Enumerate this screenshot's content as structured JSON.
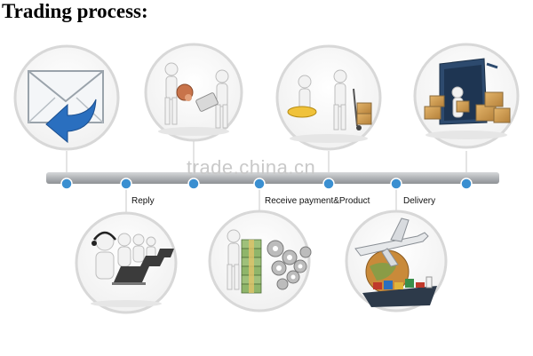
{
  "title": "Trading process:",
  "watermark": "trade.china.cn",
  "steps": {
    "reply": "Reply",
    "receive": "Receive payment&Product",
    "delivery": "Delivery"
  },
  "colors": {
    "ring": "#d8d8d8",
    "timeline": "#b9bcbf",
    "node": "#3a8fd1",
    "accent": "#2a6fbf"
  },
  "icons": {
    "top": [
      "envelope-reply-icon",
      "handshake-figures-icon",
      "deposit-figures-icon",
      "shipping-container-icon"
    ],
    "bottom": [
      "support-team-icon",
      "money-gears-icon",
      "plane-ship-globe-icon"
    ]
  }
}
